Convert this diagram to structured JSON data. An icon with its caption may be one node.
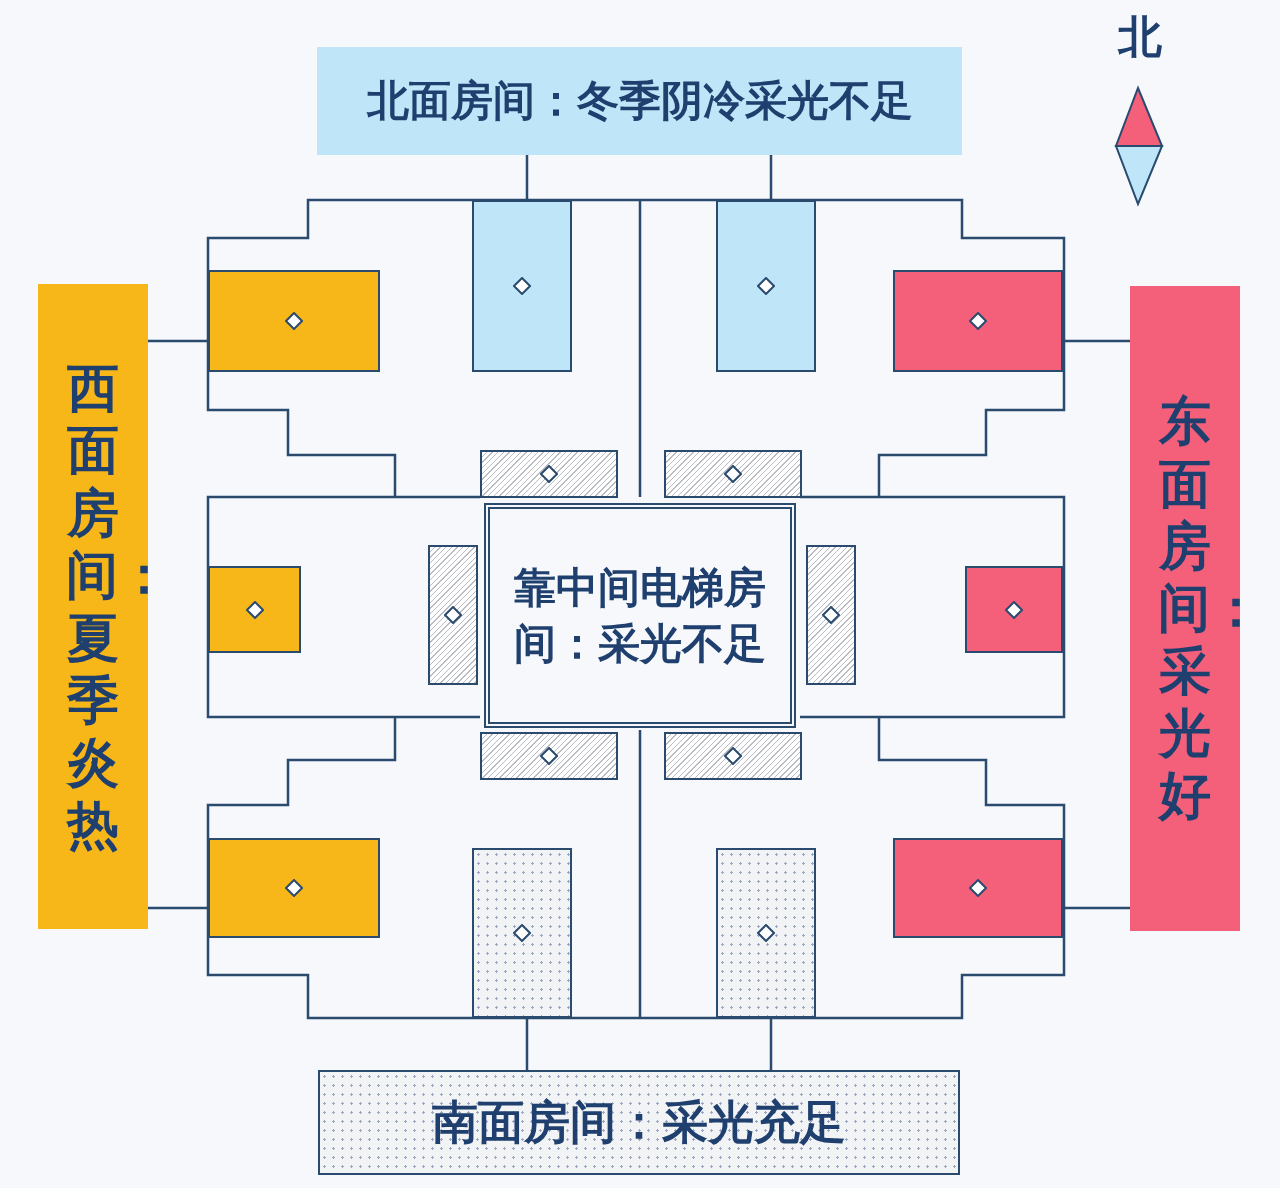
{
  "diagram": {
    "nodes": [
      {
        "text": [
          "北面房间：冬季阴冷采光不足"
        ]
      },
      {
        "text": [],
        "shape": "box"
      },
      {
        "text": [],
        "shape": "box"
      },
      {
        "text": [
          "西面房间：夏季炎热"
        ]
      },
      {
        "text": [],
        "shape": "box"
      },
      {
        "text": [],
        "shape": "box"
      },
      {
        "text": [
          "靠中间电梯房间：采光不足"
        ]
      },
      {
        "text": [
          "东面房间：采光好"
        ]
      },
      {
        "text": [],
        "shape": "box"
      },
      {
        "text": [],
        "shape": "box"
      },
      {
        "text": [],
        "shape": "box"
      },
      {
        "text": [],
        "shape": "box"
      },
      {
        "text": [
          "南面房间：采光充足"
        ]
      }
    ],
    "edges": [
      {
        "from": 0,
        "to": 1,
        "arrow": "none"
      },
      {
        "from": 0,
        "to": 2,
        "arrow": "none"
      },
      {
        "from": 3,
        "to": 4,
        "arrow": "none"
      },
      {
        "from": 3,
        "to": 5,
        "arrow": "none"
      },
      {
        "from": 7,
        "to": 8,
        "arrow": "none"
      },
      {
        "from": 7,
        "to": 9,
        "arrow": "none"
      },
      {
        "from": 12,
        "to": 10,
        "arrow": "none"
      },
      {
        "from": 12,
        "to": 11,
        "arrow": "none"
      }
    ],
    "labels": [
      "北"
    ]
  }
}
